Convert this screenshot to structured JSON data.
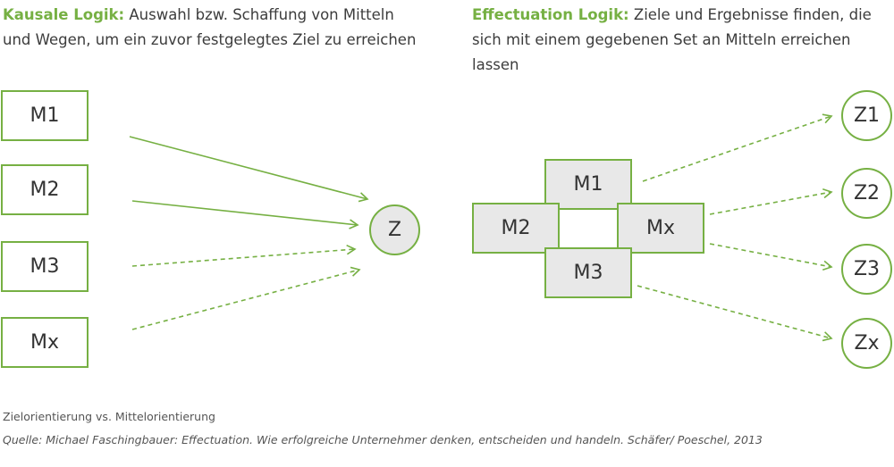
{
  "causal": {
    "title": "Kausale Logik:",
    "text": "Auswahl bzw. Schaffung von Mitteln und Wegen, um ein zuvor festgelegtes Ziel zu erreichen",
    "means": [
      "M1",
      "M2",
      "M3",
      "Mx"
    ],
    "goal": "Z"
  },
  "effectuation": {
    "title": "Effectuation Logik:",
    "text": "Ziele und Ergebnisse finden, die sich mit einem gegebenen Set an Mitteln erreichen  lassen",
    "means": [
      "M1",
      "M2",
      "Mx",
      "M3"
    ],
    "goals": [
      "Z1",
      "Z2",
      "Z3",
      "Zx"
    ]
  },
  "caption": "Zielorientierung vs. Mittelorientierung",
  "source": "Quelle: Michael Faschingbauer: Effectuation. Wie erfolgreiche Unternehmer denken, entscheiden und handeln. Schäfer/ Poeschel, 2013",
  "colors": {
    "accent": "#76b043",
    "box_fill": "#e8e8e8",
    "text": "#3c3c3c"
  }
}
